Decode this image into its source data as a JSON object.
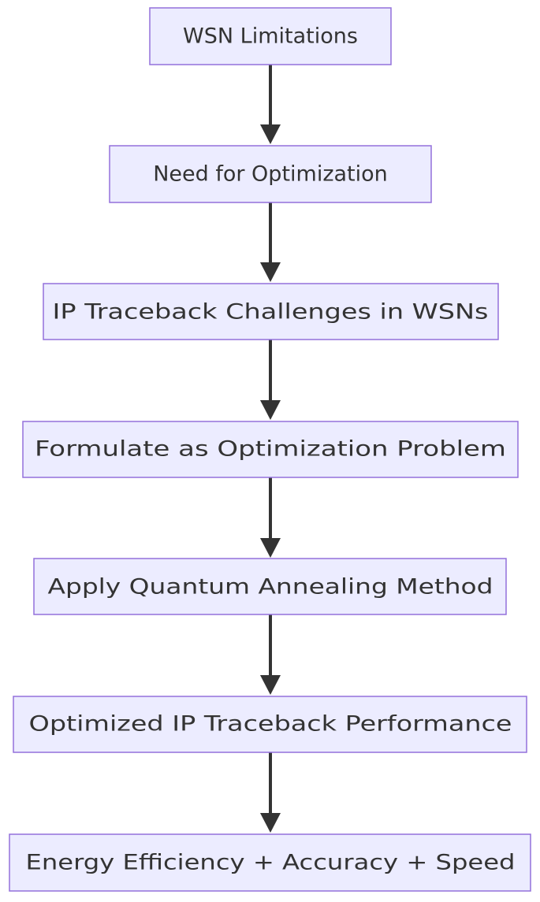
{
  "diagram": {
    "nodes": [
      {
        "id": "wsn-limitations",
        "label": "WSN Limitations"
      },
      {
        "id": "need-for-optimization",
        "label": "Need for Optimization"
      },
      {
        "id": "ip-traceback-challenges",
        "label": "IP Traceback Challenges in WSNs"
      },
      {
        "id": "formulate-optimization",
        "label": "Formulate as Optimization Problem"
      },
      {
        "id": "apply-quantum-annealing",
        "label": "Apply Quantum Annealing Method"
      },
      {
        "id": "optimized-performance",
        "label": "Optimized IP Traceback Performance"
      },
      {
        "id": "energy-accuracy-speed",
        "label": "Energy Efficiency + Accuracy + Speed"
      }
    ],
    "edges": [
      {
        "from": "wsn-limitations",
        "to": "need-for-optimization"
      },
      {
        "from": "need-for-optimization",
        "to": "ip-traceback-challenges"
      },
      {
        "from": "ip-traceback-challenges",
        "to": "formulate-optimization"
      },
      {
        "from": "formulate-optimization",
        "to": "apply-quantum-annealing"
      },
      {
        "from": "apply-quantum-annealing",
        "to": "optimized-performance"
      },
      {
        "from": "optimized-performance",
        "to": "energy-accuracy-speed"
      }
    ],
    "colors": {
      "node_fill": "#ececff",
      "node_border": "#9370db",
      "text": "#333333",
      "edge": "#333333"
    }
  }
}
